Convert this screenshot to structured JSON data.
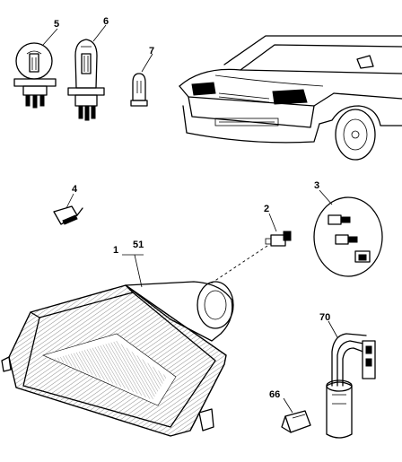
{
  "callouts": {
    "c1": "1",
    "c2": "2",
    "c3": "3",
    "c4": "4",
    "c5": "5",
    "c6": "6",
    "c7": "7",
    "c51": "51",
    "c66": "66",
    "c70": "70"
  }
}
